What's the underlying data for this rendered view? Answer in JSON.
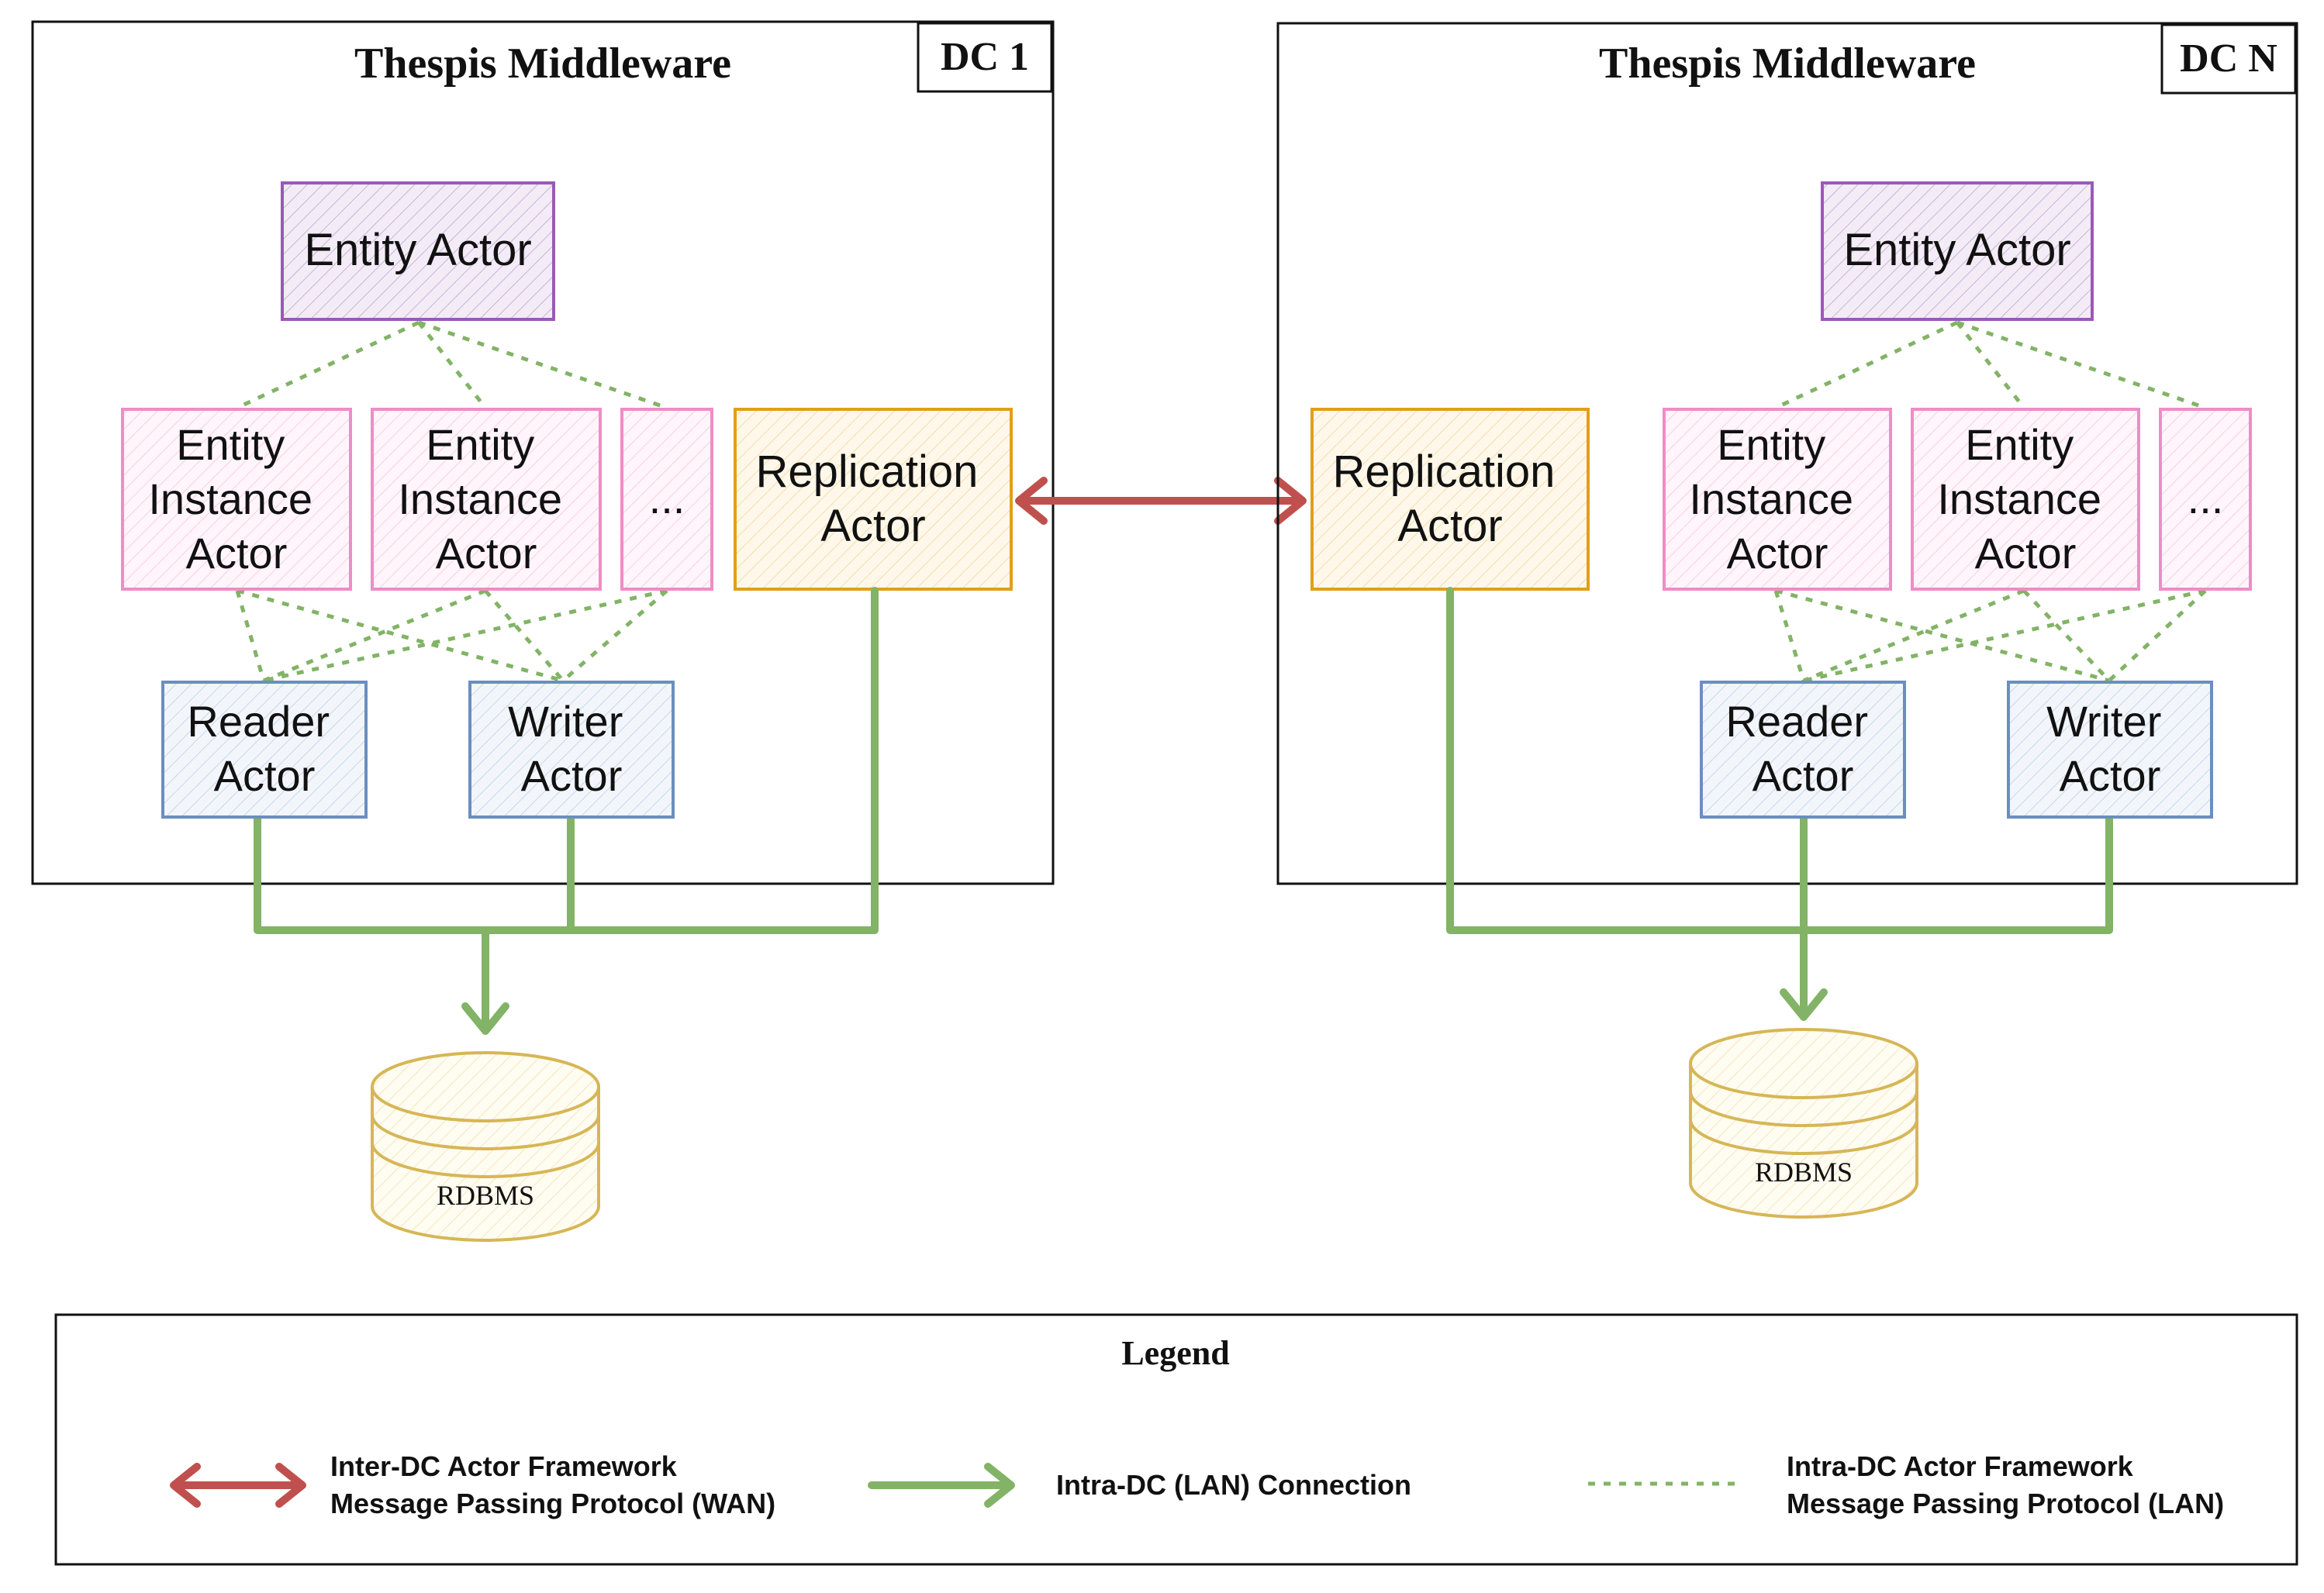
{
  "colors": {
    "frame": "#111111",
    "entity_actor": "#9b59b6",
    "entity_instance": "#f08cc6",
    "replication": "#e0a016",
    "reader_writer": "#6c8ebf",
    "database": "#d6b656",
    "wan_arrow": "#c0504d",
    "lan_connection": "#82b366",
    "lan_protocol": "#82b366"
  },
  "dc1": {
    "title": "Thespis Middleware",
    "tag": "DC 1",
    "entity_actor": "Entity Actor",
    "instance_1": [
      "Entity",
      "Instance",
      "Actor"
    ],
    "instance_2": [
      "Entity",
      "Instance",
      "Actor"
    ],
    "instance_more": "...",
    "replication": [
      "Replication",
      "Actor"
    ],
    "reader": [
      "Reader",
      "Actor"
    ],
    "writer": [
      "Writer",
      "Actor"
    ],
    "database": "RDBMS"
  },
  "dcn": {
    "title": "Thespis Middleware",
    "tag": "DC N",
    "entity_actor": "Entity Actor",
    "instance_1": [
      "Entity",
      "Instance",
      "Actor"
    ],
    "instance_2": [
      "Entity",
      "Instance",
      "Actor"
    ],
    "instance_more": "...",
    "replication": [
      "Replication",
      "Actor"
    ],
    "reader": [
      "Reader",
      "Actor"
    ],
    "writer": [
      "Writer",
      "Actor"
    ],
    "database": "RDBMS"
  },
  "legend": {
    "title": "Legend",
    "wan": [
      "Inter-DC Actor Framework",
      "Message Passing Protocol (WAN)"
    ],
    "lan_connection": "Intra-DC (LAN) Connection",
    "lan_protocol": [
      "Intra-DC Actor Framework",
      "Message Passing Protocol (LAN)"
    ]
  }
}
